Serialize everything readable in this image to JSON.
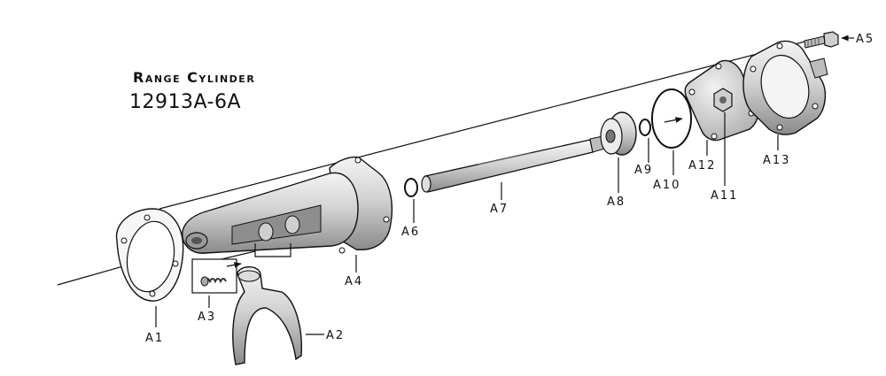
{
  "title": "Range Cylinder",
  "part_number": "12913A-6A",
  "callouts": {
    "a1": "A1",
    "a2": "A2",
    "a3": "A3",
    "a4": "A4",
    "a5": "A5",
    "a6": "A6",
    "a7": "A7",
    "a8": "A8",
    "a9": "A9",
    "a10": "A10",
    "a11": "A11",
    "a12": "A12",
    "a13": "A13"
  },
  "colors": {
    "line": "#111111",
    "metal_light": "#e6e6e6",
    "metal_mid": "#b5b5b5",
    "metal_dark": "#6e6e6e"
  }
}
